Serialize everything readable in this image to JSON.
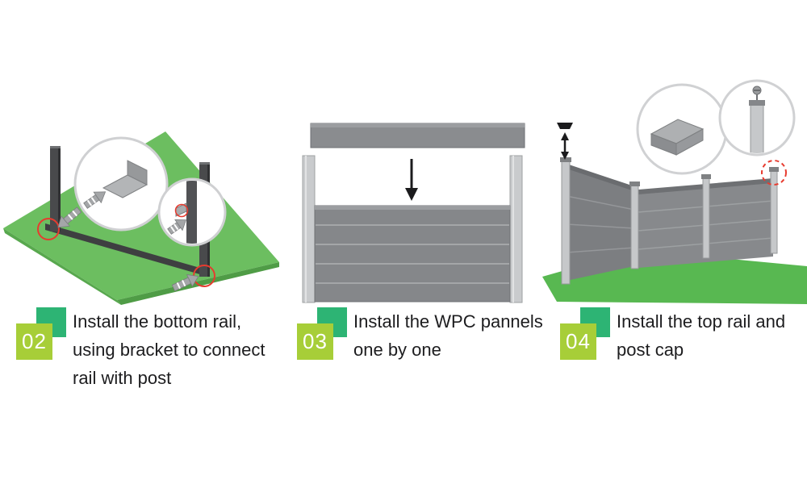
{
  "colors": {
    "badge-green": "#a7ce38",
    "badge-teal": "#2db474",
    "text-color": "#1d1d1f",
    "highlight-red": "#e73b2f",
    "grass-green": "#68bd5c",
    "panel-gray": "#85878a",
    "post-dark": "#494a4c",
    "post-silver": "#c9cbcd"
  },
  "steps": [
    {
      "number": "02",
      "caption_lines": [
        "Install the bottom rail,",
        "using bracket to connect",
        "rail with post"
      ]
    },
    {
      "number": "03",
      "caption_lines": [
        "Install the WPC pannels",
        "one by one"
      ]
    },
    {
      "number": "04",
      "caption_lines": [
        "Install the top rail and",
        "post cap"
      ]
    }
  ]
}
